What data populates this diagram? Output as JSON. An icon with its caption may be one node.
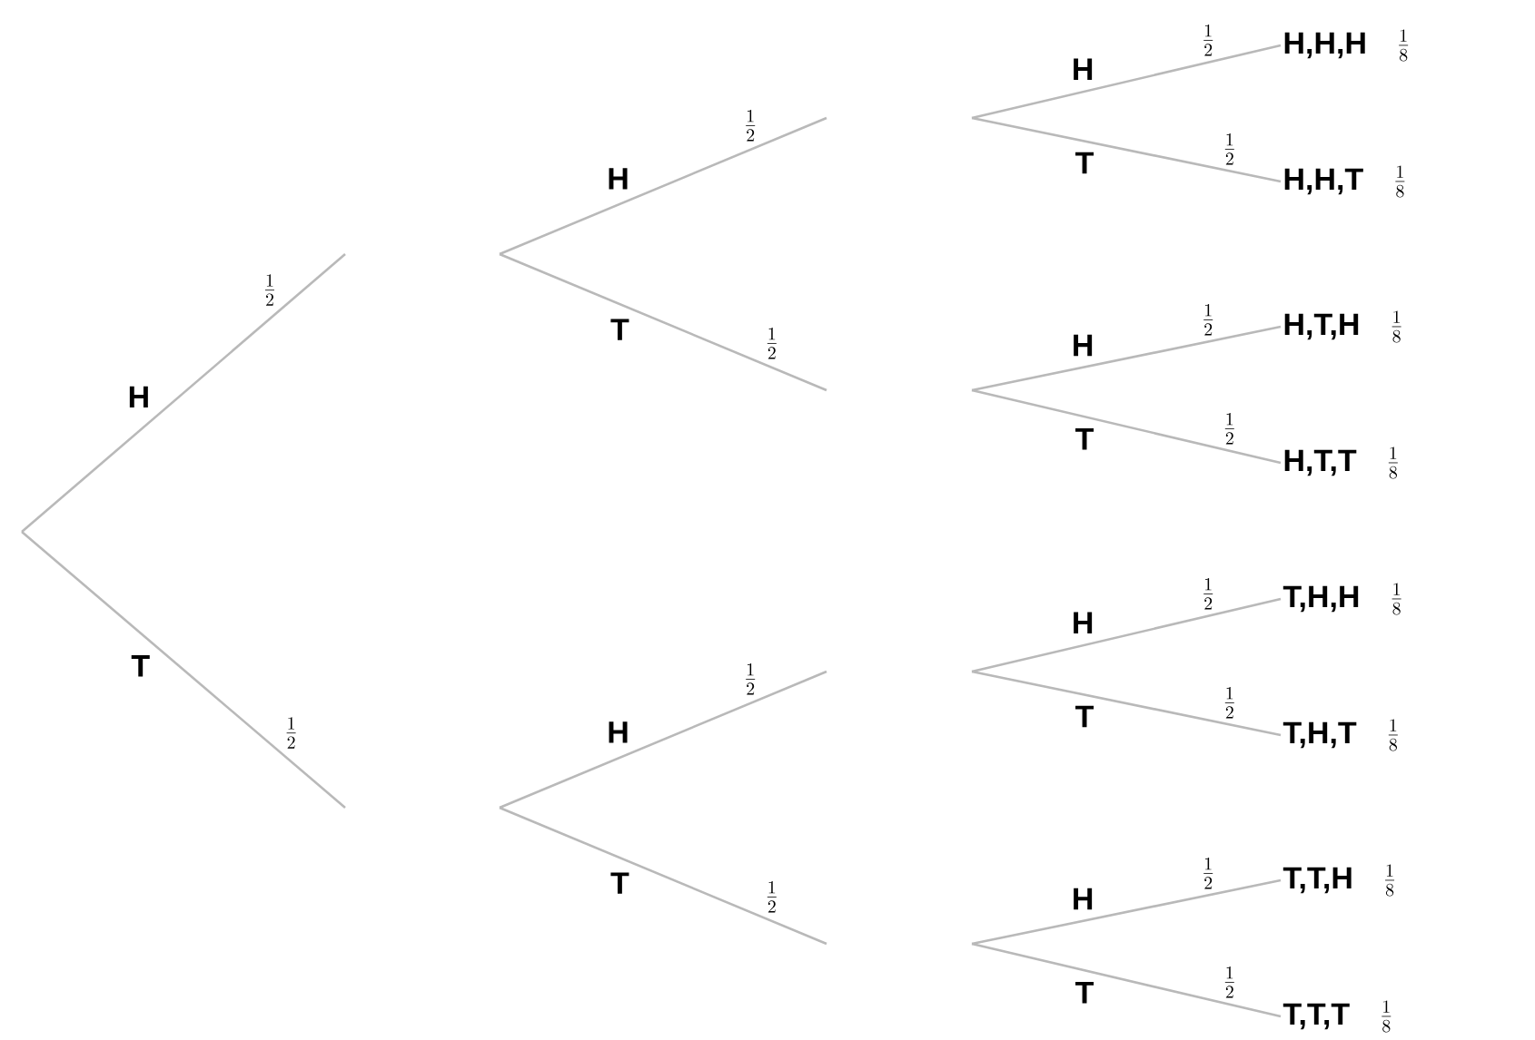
{
  "diagram": {
    "nodes": [
      {
        "text": [
          "H,H,H"
        ],
        "beside": [
          "\\frac{1}{8}"
        ]
      },
      {
        "text": [
          "H,H,T"
        ],
        "beside": [
          "\\frac{1}{8}"
        ]
      },
      {
        "text": [
          "H,T,H"
        ],
        "beside": [
          "\\frac{1}{8}"
        ]
      },
      {
        "text": [
          "H,T,T"
        ],
        "beside": [
          "\\frac{1}{8}"
        ]
      },
      {
        "text": [
          "T,H,H"
        ],
        "beside": [
          "\\frac{1}{8}"
        ]
      },
      {
        "text": [
          "T,H,T"
        ],
        "beside": [
          "\\frac{1}{8}"
        ]
      },
      {
        "text": [
          "T,T,H"
        ],
        "beside": [
          "\\frac{1}{8}"
        ]
      },
      {
        "text": [
          "T,T,T"
        ],
        "beside": [
          "\\frac{1}{8}"
        ]
      }
    ],
    "edges": [
      {
        "from": null,
        "to": 0,
        "arrow": "none",
        "label": "H"
      },
      {
        "from": null,
        "to": 1,
        "arrow": "none",
        "label": "T"
      },
      {
        "from": null,
        "to": 2,
        "arrow": "none",
        "label": "H"
      },
      {
        "from": null,
        "to": 3,
        "arrow": "none",
        "label": "T"
      },
      {
        "from": null,
        "to": 4,
        "arrow": "none",
        "label": "H"
      },
      {
        "from": null,
        "to": 5,
        "arrow": "none",
        "label": "T"
      },
      {
        "from": null,
        "to": 6,
        "arrow": "none",
        "label": "H"
      },
      {
        "from": null,
        "to": 7,
        "arrow": "none",
        "label": "T"
      }
    ],
    "labels": [
      "H",
      "\\frac{1}{2}",
      "T",
      "\\frac{1}{2}",
      "H",
      "\\frac{1}{2}",
      "T",
      "\\frac{1}{2}",
      "H",
      "\\frac{1}{2}",
      "T",
      "\\frac{1}{2}",
      "\\frac{1}{2}",
      "\\frac{1}{2}",
      "\\frac{1}{2}",
      "\\frac{1}{2}",
      "\\frac{1}{2}",
      "\\frac{1}{2}",
      "\\frac{1}{2}",
      "\\frac{1}{2}"
    ]
  }
}
